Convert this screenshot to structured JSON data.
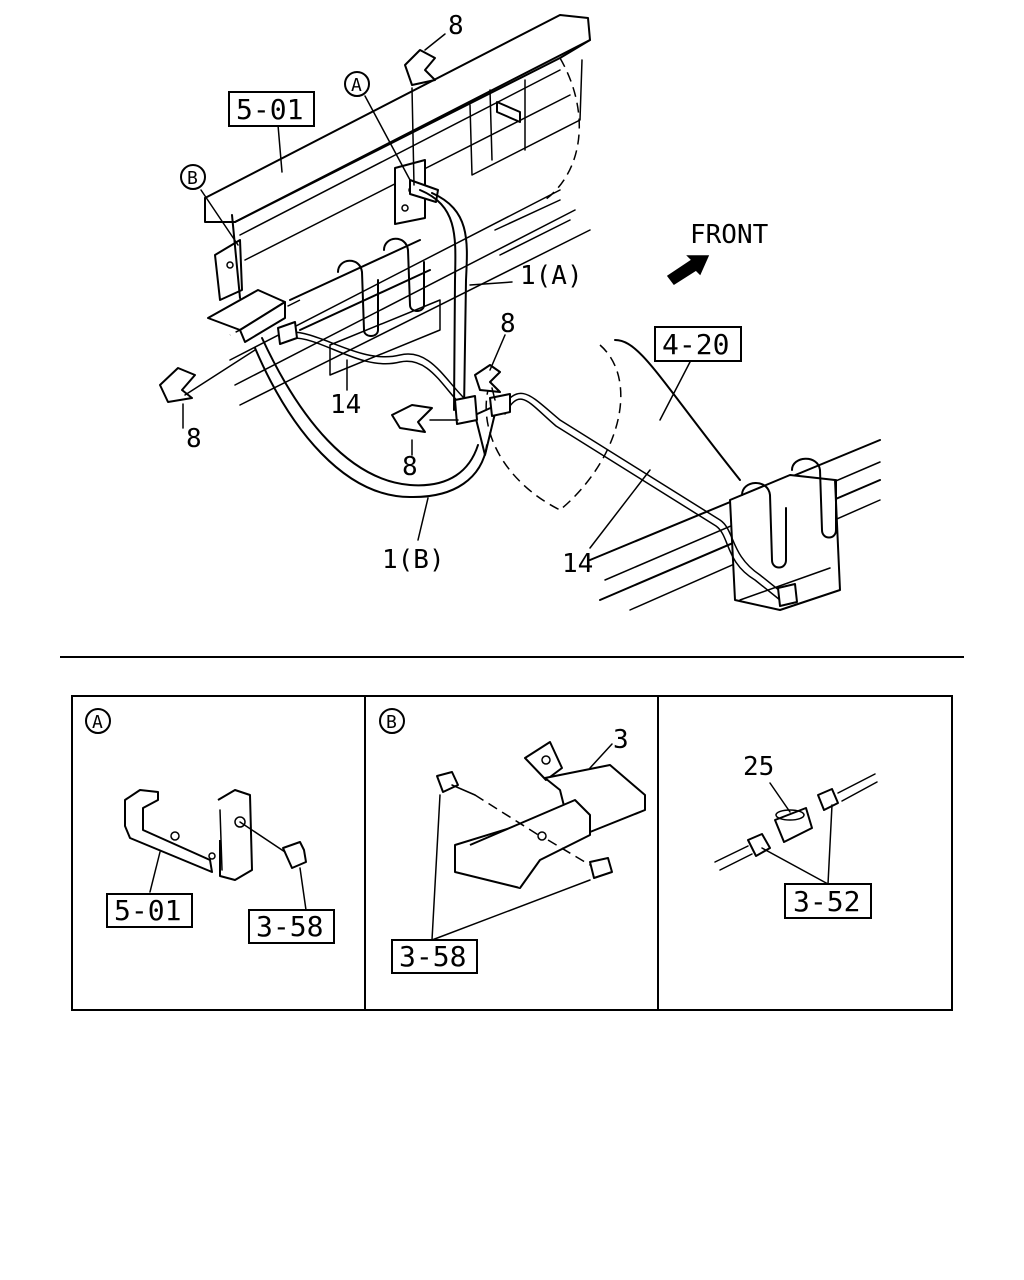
{
  "direction_label": "FRONT",
  "main_callouts": {
    "ref_frame": "5-01",
    "ref_axle": "4-20",
    "hose_a": "1(A)",
    "hose_b": "1(B)",
    "pipe_left": "14",
    "pipe_right": "14",
    "clip_top": "8",
    "clip_left": "8",
    "clip_center": "8",
    "clip_right": "8",
    "marker_a": "A",
    "marker_b": "B"
  },
  "detail_panels": [
    {
      "marker": "A",
      "refs": [
        "5-01",
        "3-58"
      ]
    },
    {
      "marker": "B",
      "part_number": "3",
      "refs": [
        "3-58"
      ]
    },
    {
      "part_number": "25",
      "refs": [
        "3-52"
      ]
    }
  ]
}
